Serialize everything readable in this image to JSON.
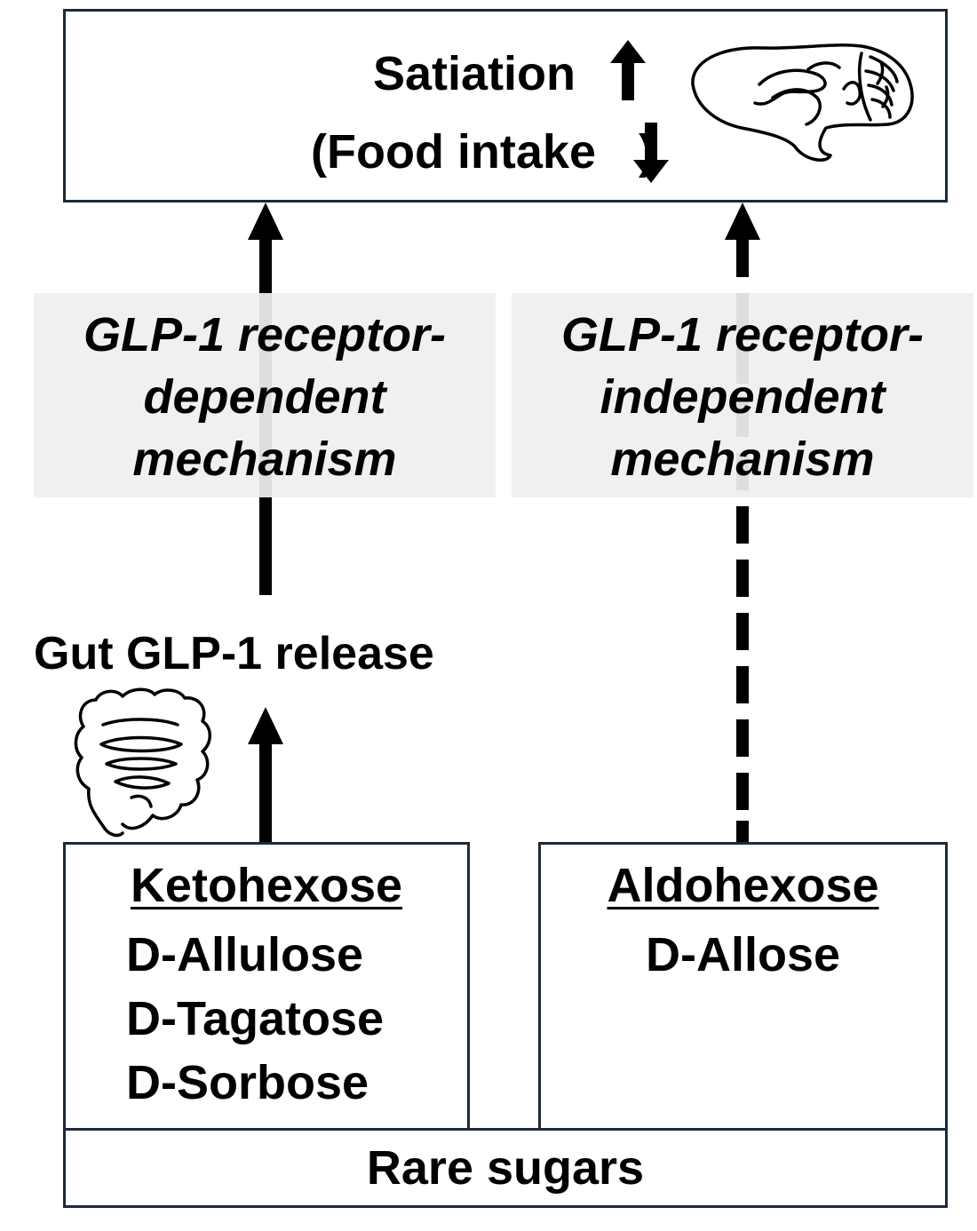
{
  "top_box": {
    "line1": "Satiation",
    "line2_open": "(Food intake",
    "line2_close": ")"
  },
  "mechanisms": {
    "left": [
      "GLP-1 receptor-",
      "dependent",
      "mechanism"
    ],
    "right": [
      "GLP-1 receptor-",
      "independent",
      "mechanism"
    ]
  },
  "gut_label": "Gut GLP-1 release",
  "ketohexose": {
    "title": "Ketohexose",
    "items": [
      "D-Allulose",
      "D-Tagatose",
      "D-Sorbose"
    ]
  },
  "aldohexose": {
    "title": "Aldohexose",
    "items": [
      "D-Allose"
    ]
  },
  "rare_sugars": "Rare sugars",
  "icons": {
    "up": "up-arrow-icon",
    "down": "down-arrow-icon",
    "brain": "brain-icon",
    "intestine": "intestine-icon"
  }
}
